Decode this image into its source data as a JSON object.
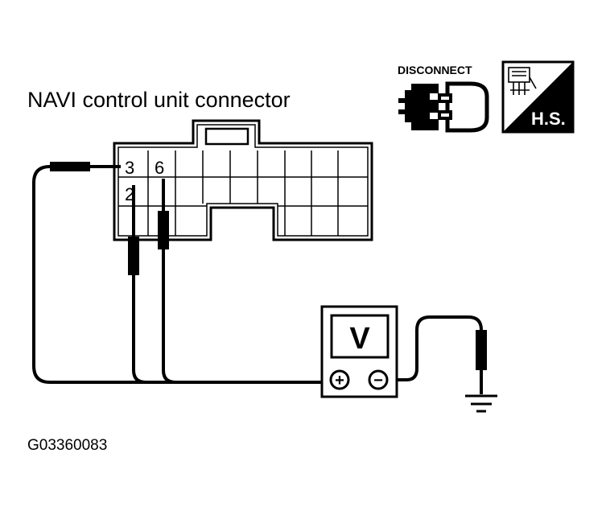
{
  "title": "NAVI control unit connector",
  "badges": {
    "disconnect_label": "DISCONNECT",
    "hs_label": "H.S."
  },
  "connector": {
    "pin_top_left": "3",
    "pin_top_second": "6",
    "pin_second_row": "2"
  },
  "meter": {
    "symbol": "V",
    "plus_symbol": "+",
    "minus_symbol": "−"
  },
  "figure_code": "G03360083"
}
